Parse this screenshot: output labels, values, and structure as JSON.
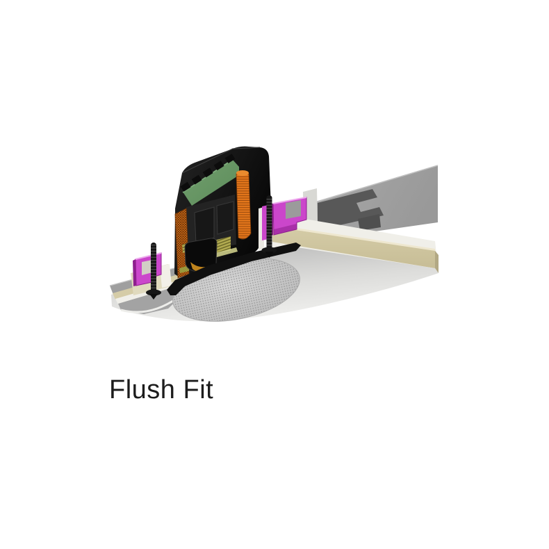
{
  "caption": {
    "title": "Flush Fit"
  },
  "illustration": {
    "type": "3d-cutaway-render",
    "subject": "in-ceiling speaker flush mounted in a ceiling panel",
    "parts": [
      "ceiling-beam",
      "ceiling-panel-cross-section",
      "plasterboard-core",
      "ceiling-bottom-surface",
      "mounting-clamp-left",
      "mounting-clamp-right",
      "mounting-screw-left",
      "mounting-screw-right",
      "speaker-enclosure",
      "crossover-pcb",
      "voice-coil",
      "acoustic-mesh",
      "woofer-cutaway",
      "spider-suspension",
      "trim-flange",
      "speaker-grille"
    ]
  },
  "colors": {
    "background": "#ffffff",
    "text": "#1c1c1c",
    "beamGray": "#999999",
    "beamGrayLight": "#aaaaaa",
    "stepDark": "#585858",
    "panelFace": "#f0efe9",
    "panelCore": "#d5cca7",
    "panelCoreDark": "#b2a884",
    "bottomShade": "#b7b7b7",
    "bottomLight": "#f1f1ef",
    "shadowFace": "#a3a3a3",
    "grille": "#cccccc",
    "grilleDot": "#8e8e8e",
    "magenta": "#cb46cb",
    "magentaDark": "#8e1f8e",
    "magentaLight": "#eda9ed",
    "speakerBlack": "#141414",
    "speakerGray": "#2e2e2e",
    "pcbGreen": "#5c8c5a",
    "pcbGreenLight": "#729f6e",
    "coilOrange": "#e5771b",
    "coilOrangeDark": "#9c4c0e",
    "meshDark": "#5e2d06",
    "spiderYellow": "#b4ad52",
    "coneGlow": "#bf841d",
    "screwBlack": "#151515"
  }
}
